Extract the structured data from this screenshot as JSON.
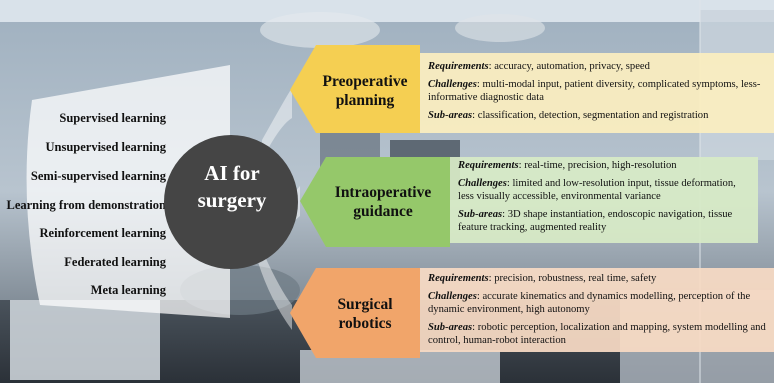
{
  "hub": {
    "line1": "AI for",
    "line2": "surgery"
  },
  "methods": [
    "Supervised learning",
    "Unsupervised learning",
    "Semi-supervised learning",
    "Learning from demonstration",
    "Reinforcement learning",
    "Federated learning",
    "Meta learning"
  ],
  "stages": [
    {
      "title_line1": "Preoperative",
      "title_line2": "planning",
      "color": "#f5cf52",
      "box_color": "#fbeebf",
      "requirements_key": "Requirements",
      "requirements": ": accuracy, automation, privacy, speed",
      "challenges_key": "Challenges",
      "challenges": ": multi-modal input, patient diversity, complicated symptoms, less-informative diagnostic data",
      "subareas_key": "Sub-areas",
      "subareas": ": classification, detection, segmentation and registration"
    },
    {
      "title_line1": "Intraoperative",
      "title_line2": "guidance",
      "color": "#95c86a",
      "box_color": "#d7ebc6",
      "requirements_key": "Requirements",
      "requirements": ": real-time, precision, high-resolution",
      "challenges_key": "Challenges",
      "challenges": ": limited and low-resolution input, tissue deformation, less visually accessible, environmental variance",
      "subareas_key": "Sub-areas",
      "subareas": ": 3D shape instantiation, endoscopic navigation, tissue feature tracking, augmented reality"
    },
    {
      "title_line1": "Surgical",
      "title_line2": "robotics",
      "color": "#f1a56a",
      "box_color": "#f8dac4",
      "requirements_key": "Requirements",
      "requirements": ": precision, robustness, real time, safety",
      "challenges_key": "Challenges",
      "challenges": ": accurate kinematics and dynamics modelling, perception of the dynamic environment, high autonomy",
      "subareas_key": "Sub-areas",
      "subareas": ": robotic perception, localization and mapping, system modelling and control, human-robot interaction"
    }
  ],
  "colors": {
    "hub": "#444444",
    "background_base": "#8c9aa6"
  }
}
